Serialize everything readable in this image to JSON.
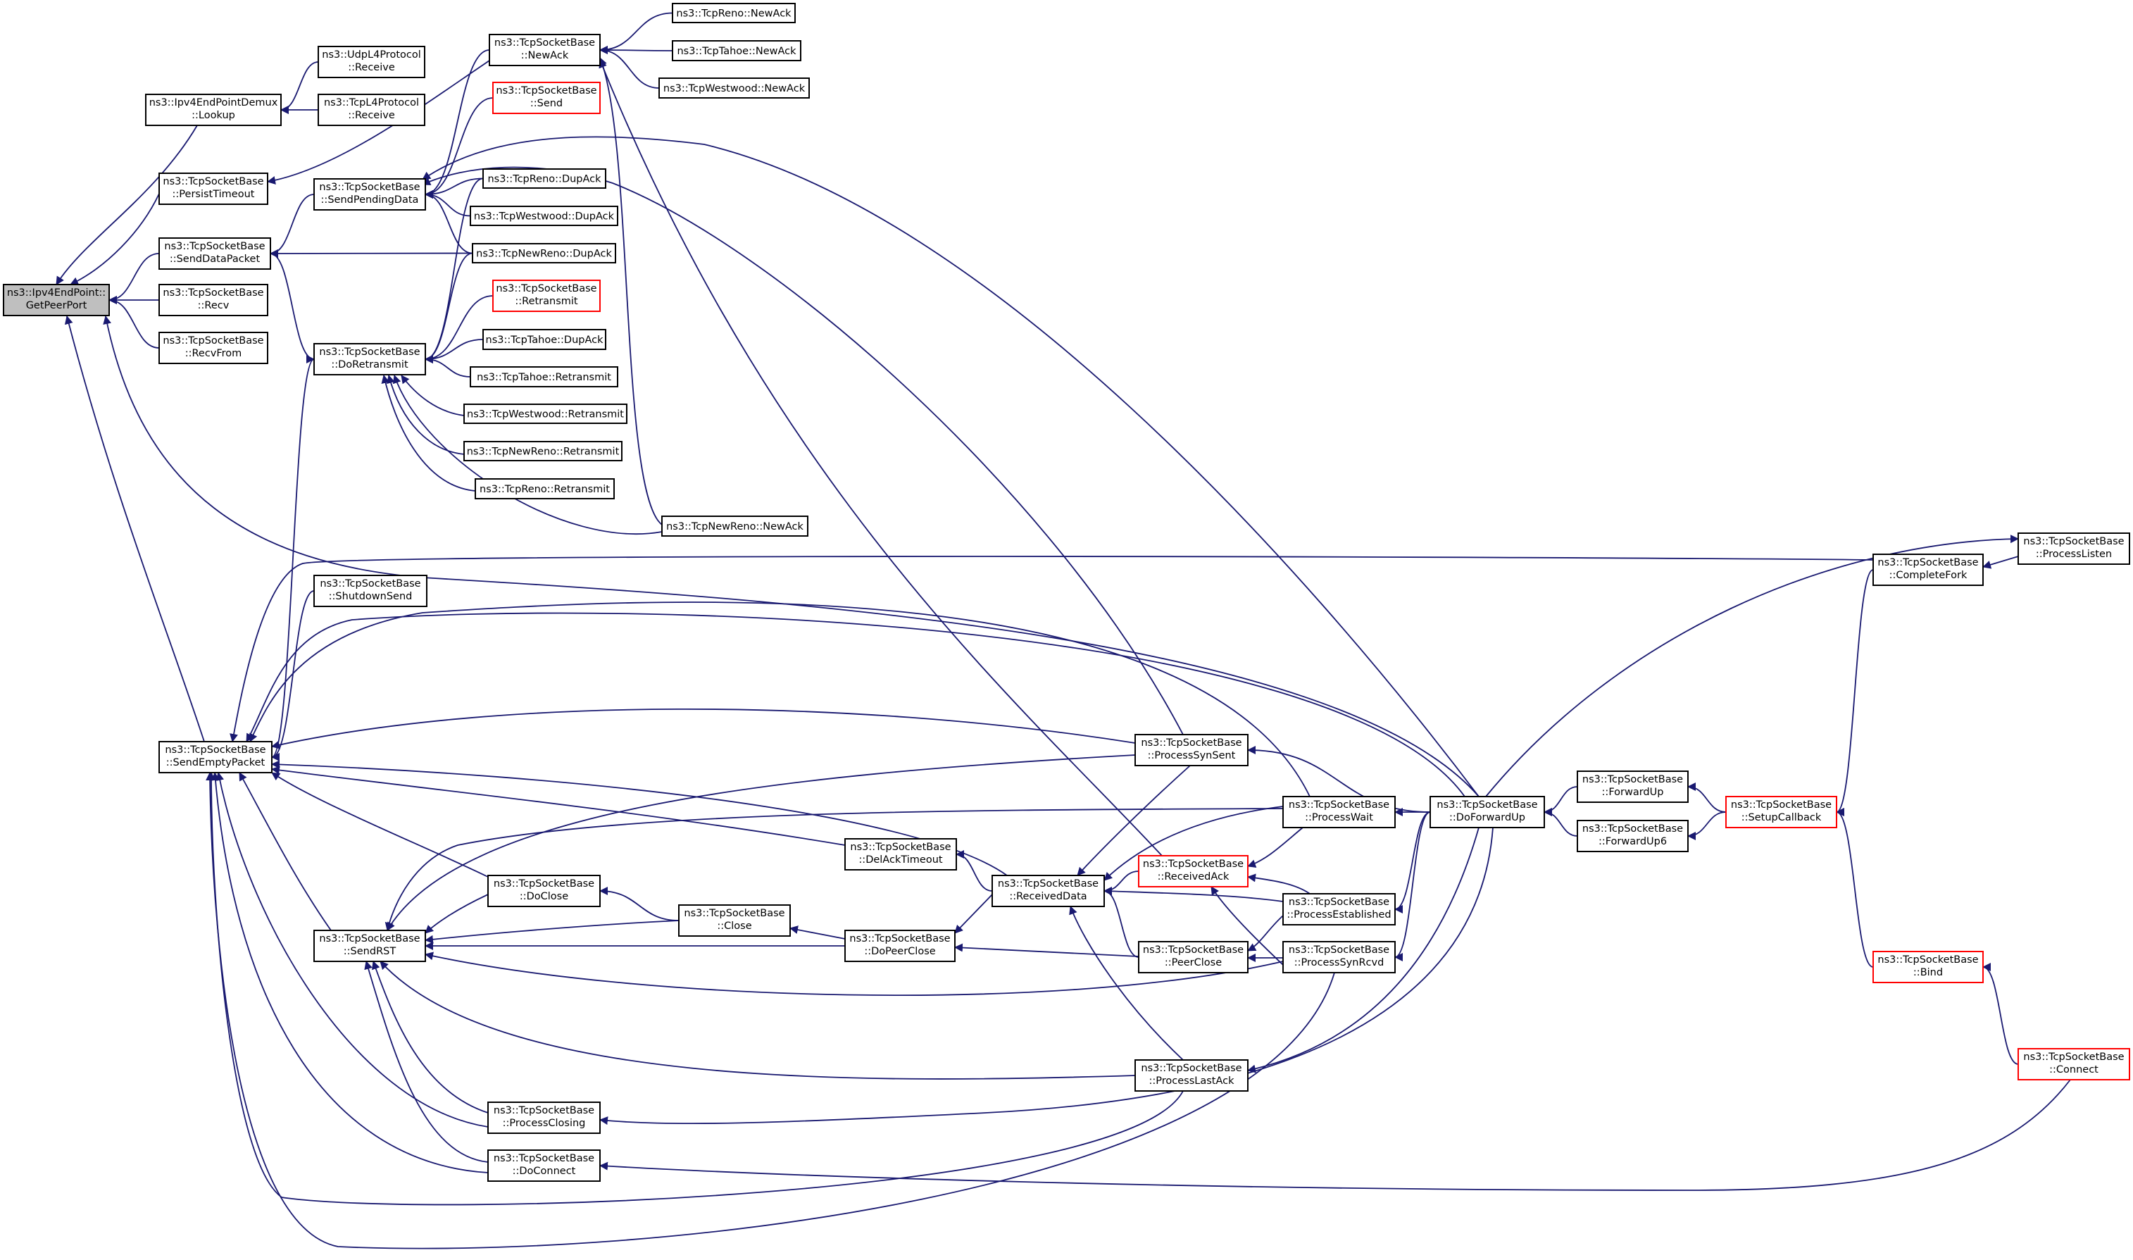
{
  "diagram": {
    "title": "",
    "colors": {
      "edge": "#191970",
      "normal_border": "#000000",
      "truncated_border": "#ff0000",
      "root_fill": "#bfbfbf"
    },
    "nodes": {
      "getpeerport": {
        "lines": [
          "ns3::Ipv4EndPoint::",
          "GetPeerPort"
        ],
        "style": "root"
      },
      "demux_lookup": {
        "lines": [
          "ns3::Ipv4EndPointDemux",
          "::Lookup"
        ]
      },
      "udp_receive": {
        "lines": [
          "ns3::UdpL4Protocol",
          "::Receive"
        ]
      },
      "tcp_receive": {
        "lines": [
          "ns3::TcpL4Protocol",
          "::Receive"
        ]
      },
      "persist_timeout": {
        "lines": [
          "ns3::TcpSocketBase",
          "::PersistTimeout"
        ]
      },
      "send_data_packet": {
        "lines": [
          "ns3::TcpSocketBase",
          "::SendDataPacket"
        ]
      },
      "recv": {
        "lines": [
          "ns3::TcpSocketBase",
          "::Recv"
        ]
      },
      "recv_from": {
        "lines": [
          "ns3::TcpSocketBase",
          "::RecvFrom"
        ]
      },
      "send_pending_data": {
        "lines": [
          "ns3::TcpSocketBase",
          "::SendPendingData"
        ]
      },
      "do_retransmit": {
        "lines": [
          "ns3::TcpSocketBase",
          "::DoRetransmit"
        ]
      },
      "new_ack": {
        "lines": [
          "ns3::TcpSocketBase",
          "::NewAck"
        ]
      },
      "send": {
        "lines": [
          "ns3::TcpSocketBase",
          "::Send"
        ],
        "style": "red"
      },
      "reno_newack": {
        "lines": [
          "ns3::TcpReno::NewAck"
        ]
      },
      "tahoe_newack": {
        "lines": [
          "ns3::TcpTahoe::NewAck"
        ]
      },
      "westwood_newack": {
        "lines": [
          "ns3::TcpWestwood::NewAck"
        ]
      },
      "reno_dupack": {
        "lines": [
          "ns3::TcpReno::DupAck"
        ]
      },
      "westwood_dupack": {
        "lines": [
          "ns3::TcpWestwood::DupAck"
        ]
      },
      "newreno_dupack": {
        "lines": [
          "ns3::TcpNewReno::DupAck"
        ]
      },
      "retransmit": {
        "lines": [
          "ns3::TcpSocketBase",
          "::Retransmit"
        ],
        "style": "red"
      },
      "tahoe_dupack": {
        "lines": [
          "ns3::TcpTahoe::DupAck"
        ]
      },
      "tahoe_retransmit": {
        "lines": [
          "ns3::TcpTahoe::Retransmit"
        ]
      },
      "westwood_retransmit": {
        "lines": [
          "ns3::TcpWestwood::Retransmit"
        ]
      },
      "newreno_retransmit": {
        "lines": [
          "ns3::TcpNewReno::Retransmit"
        ]
      },
      "reno_retransmit": {
        "lines": [
          "ns3::TcpReno::Retransmit"
        ]
      },
      "newreno_newack": {
        "lines": [
          "ns3::TcpNewReno::NewAck"
        ]
      },
      "shutdown_send": {
        "lines": [
          "ns3::TcpSocketBase",
          "::ShutdownSend"
        ]
      },
      "send_empty_packet": {
        "lines": [
          "ns3::TcpSocketBase",
          "::SendEmptyPacket"
        ]
      },
      "send_rst": {
        "lines": [
          "ns3::TcpSocketBase",
          "::SendRST"
        ]
      },
      "do_close": {
        "lines": [
          "ns3::TcpSocketBase",
          "::DoClose"
        ]
      },
      "close": {
        "lines": [
          "ns3::TcpSocketBase",
          "::Close"
        ]
      },
      "do_peer_close": {
        "lines": [
          "ns3::TcpSocketBase",
          "::DoPeerClose"
        ]
      },
      "del_ack_timeout": {
        "lines": [
          "ns3::TcpSocketBase",
          "::DelAckTimeout"
        ]
      },
      "received_data": {
        "lines": [
          "ns3::TcpSocketBase",
          "::ReceivedData"
        ]
      },
      "process_closing": {
        "lines": [
          "ns3::TcpSocketBase",
          "::ProcessClosing"
        ]
      },
      "do_connect": {
        "lines": [
          "ns3::TcpSocketBase",
          "::DoConnect"
        ]
      },
      "process_syn_sent": {
        "lines": [
          "ns3::TcpSocketBase",
          "::ProcessSynSent"
        ]
      },
      "received_ack": {
        "lines": [
          "ns3::TcpSocketBase",
          "::ReceivedAck"
        ],
        "style": "red"
      },
      "peer_close": {
        "lines": [
          "ns3::TcpSocketBase",
          "::PeerClose"
        ]
      },
      "process_last_ack": {
        "lines": [
          "ns3::TcpSocketBase",
          "::ProcessLastAck"
        ]
      },
      "process_wait": {
        "lines": [
          "ns3::TcpSocketBase",
          "::ProcessWait"
        ]
      },
      "process_established": {
        "lines": [
          "ns3::TcpSocketBase",
          "::ProcessEstablished"
        ]
      },
      "process_syn_rcvd": {
        "lines": [
          "ns3::TcpSocketBase",
          "::ProcessSynRcvd"
        ]
      },
      "do_forward_up": {
        "lines": [
          "ns3::TcpSocketBase",
          "::DoForwardUp"
        ]
      },
      "forward_up": {
        "lines": [
          "ns3::TcpSocketBase",
          "::ForwardUp"
        ]
      },
      "forward_up6": {
        "lines": [
          "ns3::TcpSocketBase",
          "::ForwardUp6"
        ]
      },
      "setup_callback": {
        "lines": [
          "ns3::TcpSocketBase",
          "::SetupCallback"
        ],
        "style": "red"
      },
      "complete_fork": {
        "lines": [
          "ns3::TcpSocketBase",
          "::CompleteFork"
        ]
      },
      "process_listen": {
        "lines": [
          "ns3::TcpSocketBase",
          "::ProcessListen"
        ]
      },
      "bind": {
        "lines": [
          "ns3::TcpSocketBase",
          "::Bind"
        ],
        "style": "red"
      },
      "connect": {
        "lines": [
          "ns3::TcpSocketBase",
          "::Connect"
        ],
        "style": "red"
      }
    },
    "edges": [
      [
        "demux_lookup",
        "getpeerport"
      ],
      [
        "persist_timeout",
        "getpeerport"
      ],
      [
        "send_data_packet",
        "getpeerport"
      ],
      [
        "recv",
        "getpeerport"
      ],
      [
        "recv_from",
        "getpeerport"
      ],
      [
        "send_empty_packet",
        "getpeerport"
      ],
      [
        "do_forward_up",
        "getpeerport"
      ],
      [
        "udp_receive",
        "demux_lookup"
      ],
      [
        "tcp_receive",
        "demux_lookup"
      ],
      [
        "new_ack",
        "persist_timeout"
      ],
      [
        "send_pending_data",
        "send_data_packet"
      ],
      [
        "do_retransmit",
        "send_data_packet"
      ],
      [
        "newreno_dupack",
        "send_data_packet"
      ],
      [
        "new_ack",
        "send_pending_data"
      ],
      [
        "send",
        "send_pending_data"
      ],
      [
        "do_forward_up",
        "send_pending_data"
      ],
      [
        "reno_dupack",
        "send_pending_data"
      ],
      [
        "westwood_dupack",
        "send_pending_data"
      ],
      [
        "newreno_dupack",
        "send_pending_data"
      ],
      [
        "reno_newack",
        "new_ack"
      ],
      [
        "tahoe_newack",
        "new_ack"
      ],
      [
        "westwood_newack",
        "new_ack"
      ],
      [
        "newreno_newack",
        "new_ack"
      ],
      [
        "received_ack",
        "new_ack"
      ],
      [
        "reno_dupack",
        "do_retransmit"
      ],
      [
        "newreno_dupack",
        "do_retransmit"
      ],
      [
        "retransmit",
        "do_retransmit"
      ],
      [
        "tahoe_dupack",
        "do_retransmit"
      ],
      [
        "tahoe_retransmit",
        "do_retransmit"
      ],
      [
        "westwood_retransmit",
        "do_retransmit"
      ],
      [
        "newreno_retransmit",
        "do_retransmit"
      ],
      [
        "reno_retransmit",
        "do_retransmit"
      ],
      [
        "newreno_newack",
        "do_retransmit"
      ],
      [
        "send_empty_packet",
        "do_retransmit"
      ],
      [
        "process_syn_sent",
        "send_pending_data"
      ],
      [
        "shutdown_send",
        "send_empty_packet"
      ],
      [
        "complete_fork",
        "send_empty_packet"
      ],
      [
        "do_forward_up",
        "send_empty_packet"
      ],
      [
        "process_wait",
        "send_empty_packet"
      ],
      [
        "process_syn_sent",
        "send_empty_packet"
      ],
      [
        "del_ack_timeout",
        "send_empty_packet"
      ],
      [
        "received_data",
        "send_empty_packet"
      ],
      [
        "do_close",
        "send_empty_packet"
      ],
      [
        "send_rst",
        "send_empty_packet"
      ],
      [
        "process_closing",
        "send_empty_packet"
      ],
      [
        "do_connect",
        "send_empty_packet"
      ],
      [
        "process_last_ack",
        "send_empty_packet"
      ],
      [
        "process_syn_rcvd",
        "send_empty_packet"
      ],
      [
        "do_close",
        "send_rst"
      ],
      [
        "close",
        "send_rst"
      ],
      [
        "do_peer_close",
        "send_rst"
      ],
      [
        "process_syn_sent",
        "send_rst"
      ],
      [
        "process_wait",
        "send_rst"
      ],
      [
        "process_syn_rcvd",
        "send_rst"
      ],
      [
        "process_last_ack",
        "send_rst"
      ],
      [
        "process_closing",
        "send_rst"
      ],
      [
        "do_connect",
        "send_rst"
      ],
      [
        "close",
        "do_close"
      ],
      [
        "do_peer_close",
        "close"
      ],
      [
        "received_data",
        "do_peer_close"
      ],
      [
        "peer_close",
        "do_peer_close"
      ],
      [
        "received_data",
        "del_ack_timeout"
      ],
      [
        "process_syn_sent",
        "received_data"
      ],
      [
        "received_ack",
        "received_data"
      ],
      [
        "process_wait",
        "received_data"
      ],
      [
        "process_established",
        "received_data"
      ],
      [
        "peer_close",
        "received_data"
      ],
      [
        "process_last_ack",
        "received_data"
      ],
      [
        "process_wait",
        "received_ack"
      ],
      [
        "process_established",
        "received_ack"
      ],
      [
        "process_syn_rcvd",
        "received_ack"
      ],
      [
        "process_established",
        "peer_close"
      ],
      [
        "process_syn_rcvd",
        "peer_close"
      ],
      [
        "do_forward_up",
        "process_syn_sent"
      ],
      [
        "do_forward_up",
        "process_wait"
      ],
      [
        "do_forward_up",
        "process_established"
      ],
      [
        "do_forward_up",
        "process_syn_rcvd"
      ],
      [
        "do_forward_up",
        "process_last_ack"
      ],
      [
        "do_forward_up",
        "process_closing"
      ],
      [
        "forward_up",
        "do_forward_up"
      ],
      [
        "forward_up6",
        "do_forward_up"
      ],
      [
        "setup_callback",
        "forward_up"
      ],
      [
        "setup_callback",
        "forward_up6"
      ],
      [
        "process_listen",
        "complete_fork"
      ],
      [
        "do_forward_up",
        "process_listen"
      ],
      [
        "bind",
        "setup_callback"
      ],
      [
        "complete_fork",
        "setup_callback"
      ],
      [
        "connect",
        "bind"
      ],
      [
        "connect",
        "do_connect"
      ]
    ]
  }
}
